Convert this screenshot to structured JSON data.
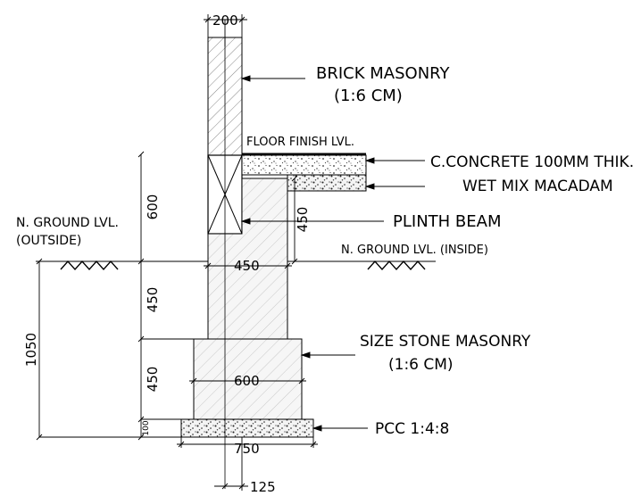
{
  "labels": {
    "brick_masonry": "BRICK MASONRY",
    "brick_masonry_mix": "(1:6 CM)",
    "floor_finish": "FLOOR FINISH LVL.",
    "c_concrete": "C.CONCRETE 100MM THIK.",
    "wet_mix": "WET MIX MACADAM",
    "ground_outside_1": "N. GROUND LVL.",
    "ground_outside_2": "(OUTSIDE)",
    "plinth_beam": "PLINTH BEAM",
    "ground_inside": "N. GROUND LVL. (INSIDE)",
    "stone_masonry": "SIZE STONE MASONRY",
    "stone_masonry_mix": "(1:6 CM)",
    "pcc": "PCC 1:4:8"
  },
  "dimensions": {
    "wall_width": "200",
    "height_above_ground": "600",
    "plinth_depth": "450",
    "foundation_width_top": "450",
    "depth_1": "450",
    "depth_2": "450",
    "total_depth": "1050",
    "footing_width": "600",
    "pcc_thickness": "100",
    "pcc_width": "750",
    "offset": "125"
  },
  "colors": {
    "line": "#000000",
    "hatch": "#777777",
    "fill": "#f2f2f2",
    "background": "#ffffff"
  }
}
